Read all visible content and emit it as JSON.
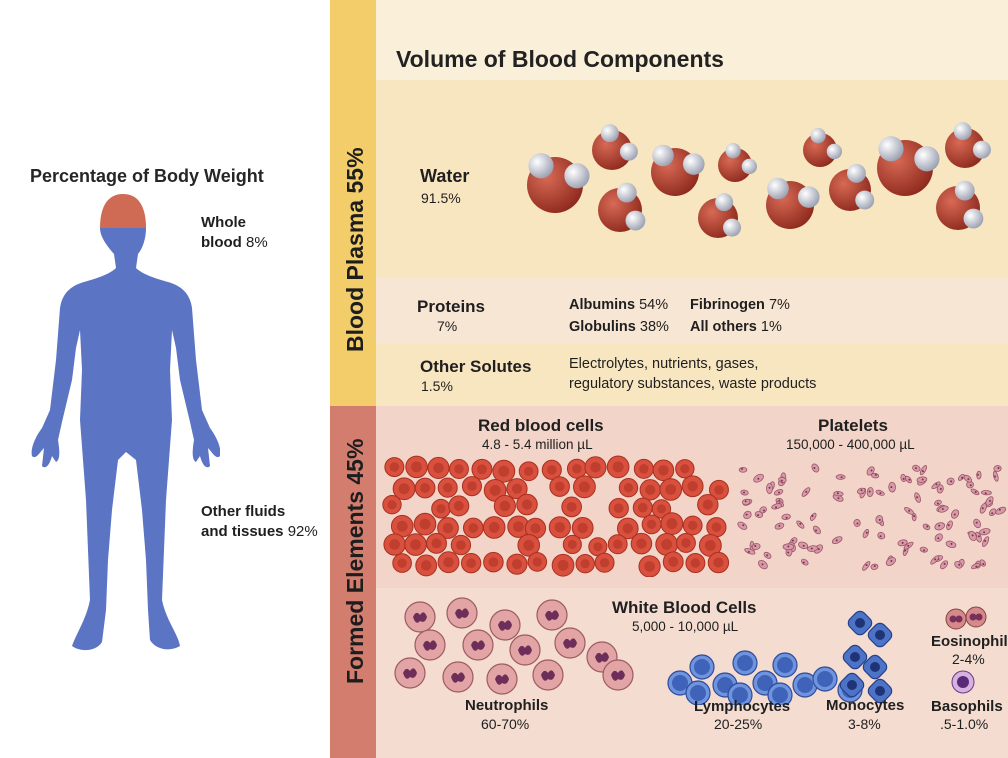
{
  "left": {
    "title": "Percentage of Body Weight",
    "whole_blood": {
      "label": "Whole",
      "label2": "blood",
      "pct": "8%"
    },
    "other": {
      "label": "Other fluids",
      "label2": "and tissues",
      "pct": "92%"
    }
  },
  "bars": {
    "plasma": "Blood Plasma 55%",
    "formed": "Formed Elements 45%"
  },
  "title": "Volume of Blood Components",
  "water": {
    "label": "Water",
    "pct": "91.5%"
  },
  "proteins": {
    "label": "Proteins",
    "pct": "7%",
    "albumins": "Albumins",
    "albumins_pct": "54%",
    "fibrinogen": "Fibrinogen",
    "fibrinogen_pct": "7%",
    "globulins": "Globulins",
    "globulins_pct": "38%",
    "others": "All others",
    "others_pct": "1%"
  },
  "solutes": {
    "label": "Other Solutes",
    "pct": "1.5%",
    "desc1": "Electrolytes, nutrients, gases,",
    "desc2": "regulatory substances, waste products"
  },
  "rbc": {
    "label": "Red blood cells",
    "range": "4.8 - 5.4 million µL"
  },
  "platelets": {
    "label": "Platelets",
    "range": "150,000 - 400,000 µL"
  },
  "wbc": {
    "label": "White Blood Cells",
    "range": "5,000 - 10,000 µL"
  },
  "neutrophils": {
    "label": "Neutrophils",
    "pct": "60-70%"
  },
  "lymphocytes": {
    "label": "Lymphocytes",
    "pct": "20-25%"
  },
  "monocytes": {
    "label": "Monocytes",
    "pct": "3-8%"
  },
  "eosinophils": {
    "label": "Eosinophils",
    "pct": "2-4%"
  },
  "basophils": {
    "label": "Basophils",
    "pct": ".5-1.0%"
  },
  "colors": {
    "body": "#5b74c4",
    "blood_head": "#cf6a55",
    "plasma_bar": "#f2cd6a",
    "formed_bar": "#d27d6e",
    "rbc": "#d9503e",
    "water_molecule": "#a8392a"
  }
}
